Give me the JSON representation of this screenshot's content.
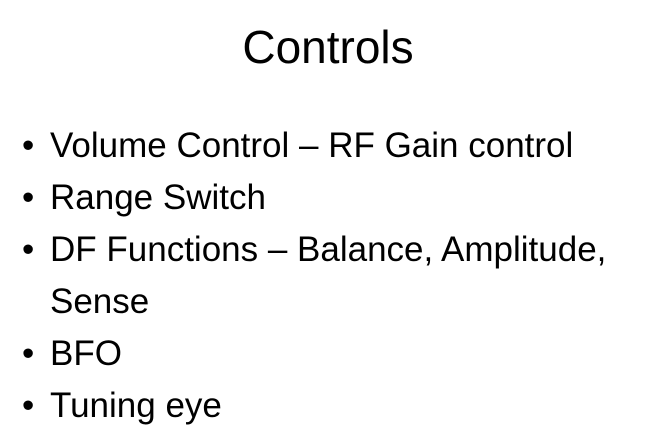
{
  "slide": {
    "title": "Controls",
    "bullet_glyph": "•",
    "background_color": "#ffffff",
    "text_color": "#000000",
    "bullets": [
      {
        "text": "Volume Control – RF Gain control"
      },
      {
        "text": "Range Switch"
      },
      {
        "text": "DF Functions – Balance, Amplitude, Sense"
      },
      {
        "text": "BFO"
      },
      {
        "text": "Tuning eye"
      }
    ]
  }
}
